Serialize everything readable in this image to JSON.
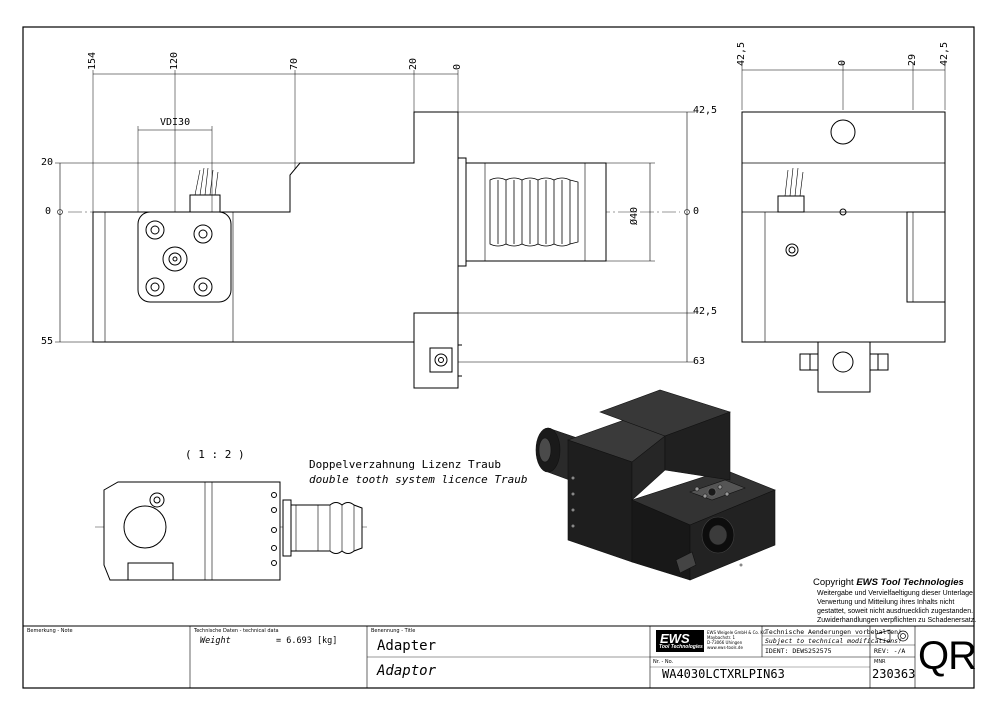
{
  "drawing": {
    "scale_label": "( 1 : 2 )",
    "note_de": "Doppelverzahnung Lizenz Traub",
    "note_en": "double tooth system licence Traub",
    "top_dims": [
      "154",
      "120",
      "70",
      "20",
      "0"
    ],
    "left_dims": [
      "20",
      "0",
      "55"
    ],
    "vdi_label": "VDI30",
    "right_dims": [
      "42,5",
      "0",
      "42,5",
      "63"
    ],
    "diameter_label": "Ø40",
    "side_top_dims": [
      "42,5",
      "0",
      "29",
      "42,5"
    ]
  },
  "copyright": {
    "title_prefix": "Copyright ",
    "title_brand": "EWS Tool Technologies",
    "lines": [
      "Weitergabe und Vervielfaeltigung dieser Unterlage,",
      "Verwertung und Mitteilung ihres Inhalts nicht",
      "gestattet, soweit nicht ausdruecklich zugestanden.",
      "Zuwiderhandlungen verpflichten zu Schadenersatz."
    ]
  },
  "title_block": {
    "remark_label": "Bemerkung - Note",
    "techdata_label": "Technische Daten - technical data",
    "weight_label": "Weight",
    "weight_value": "=  6.693 [kg]",
    "title_label": "Benennung - Title",
    "title_de": "Adapter",
    "title_en": "Adaptor",
    "logo_text": "EWS",
    "logo_sub": "Tool Technologies",
    "company_lines": [
      "EWS Weigele GmbH & Co. KG",
      "Maybachstr. 1",
      "D-73066 Uhingen",
      "www.ews-tools.de"
    ],
    "change_de": "Technische Aenderungen vorbehalten!",
    "change_en": "Subject to technical modifications!",
    "ident": "IDENT: DEWS252575",
    "rev": "REV: -/A",
    "nr_label": "Nr. - No.",
    "part_number": "WA4030LCTXRLPIN63",
    "mnr_label": "MNR",
    "mnr": "230363",
    "qr": "QR"
  }
}
